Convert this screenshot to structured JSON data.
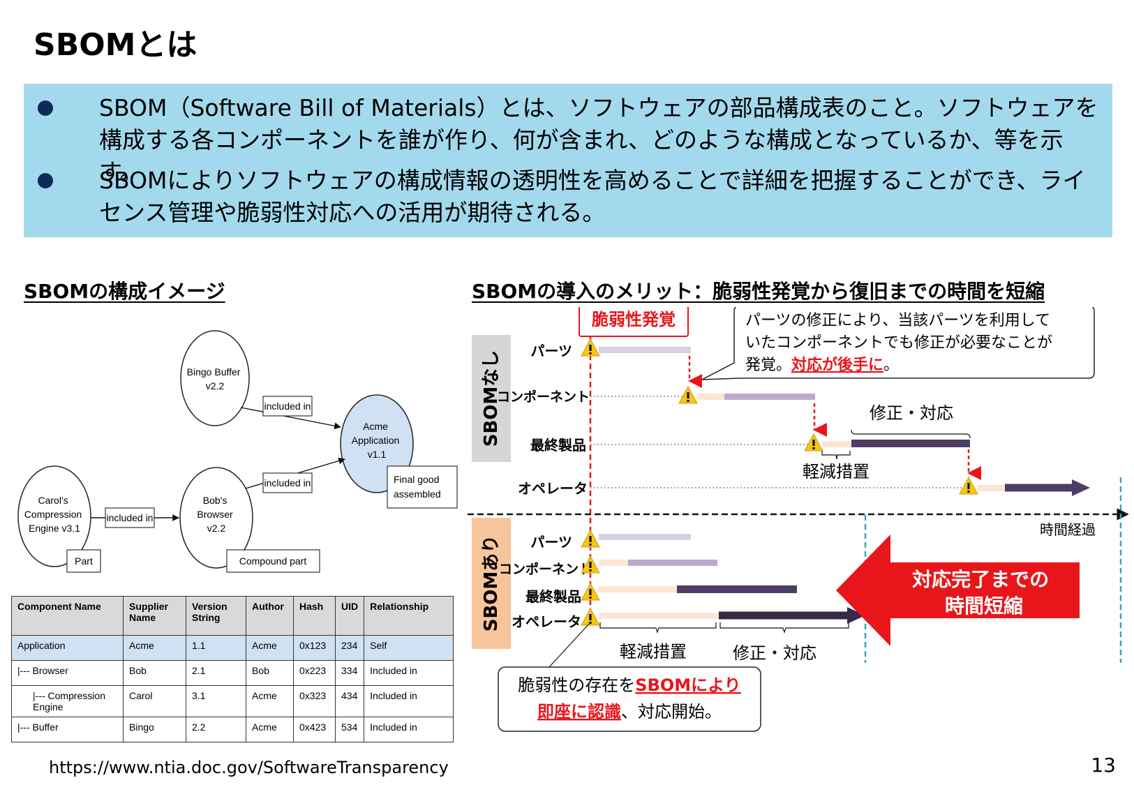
{
  "title": "SBOMとは",
  "summary": {
    "bullets": [
      "SBOM（Software Bill of Materials）とは、ソフトウェアの部品構成表のこと。ソフトウェアを構成する各コンポーネントを誰が作り、何が含まれ、どのような構成となっているか、等を示す。",
      "SBOMによりソフトウェアの構成情報の透明性を高めることで詳細を把握することができ、ライセンス管理や脆弱性対応への活用が期待される。"
    ]
  },
  "left_section": {
    "heading": "SBOMの構成イメージ",
    "graph": {
      "nodes": {
        "bingo": [
          "Bingo Buffer",
          "v2.2"
        ],
        "acme": [
          "Acme",
          "Application",
          "v1.1"
        ],
        "carol": [
          "Carol's",
          "Compression",
          "Engine v3.1"
        ],
        "bob": [
          "Bob's",
          "Browser",
          "v2.2"
        ]
      },
      "edge_label": "included in",
      "part_label": "Part",
      "compound_label": "Compound part",
      "final_label": [
        "Final good",
        "assembled"
      ]
    },
    "table": {
      "headers": [
        "Component Name",
        "Supplier Name",
        "Version String",
        "Author",
        "Hash",
        "UID",
        "Relationship"
      ],
      "rows": [
        [
          "Application",
          "Acme",
          "1.1",
          "Acme",
          "0x123",
          "234",
          "Self"
        ],
        [
          "|--- Browser",
          "Bob",
          "2.1",
          "Bob",
          "0x223",
          "334",
          "Included in"
        ],
        [
          "|--- Compression Engine",
          "Carol",
          "3.1",
          "Acme",
          "0x323",
          "434",
          "Included in"
        ],
        [
          "|--- Buffer",
          "Bingo",
          "2.2",
          "Acme",
          "0x423",
          "534",
          "Included in"
        ]
      ]
    },
    "source": "https://www.ntia.doc.gov/SoftwareTransparency"
  },
  "right_section": {
    "heading": "SBOMの導入のメリット：脆弱性発覚から復旧までの時間を短縮",
    "discovery_label": "脆弱性発覚",
    "without_label": "SBOMなし",
    "with_label": "SBOMあり",
    "rows": [
      "パーツ",
      "コンポーネント",
      "最終製品",
      "オペレータ"
    ],
    "callout_top": {
      "line1": "パーツの修正により、当該パーツを利用して",
      "line2": "いたコンポーネントでも修正が必要なことが",
      "line3_prefix": "発覚。",
      "line3_highlight": "対応が後手に",
      "line3_suffix": "。"
    },
    "fix_label": "修正・対応",
    "mitigation_label": "軽減措置",
    "time_label": "時間経過",
    "arrow_text": [
      "対応完了までの",
      "時間短縮"
    ],
    "callout_bottom": {
      "prefix": "脆弱性の存在を",
      "highlight1": "SBOMにより",
      "highlight2": "即座に認識",
      "suffix": "、対応開始。"
    },
    "colors": {
      "red": "#e8161b",
      "light_bar": "#d8cfe3",
      "mid_bar": "#b9aad0",
      "dark_bar": "#4c3e66",
      "mitigation_bar": "#fbe6d6",
      "teal": "#3aa5b8",
      "warning": "#f5c518"
    }
  },
  "page_number": "13"
}
